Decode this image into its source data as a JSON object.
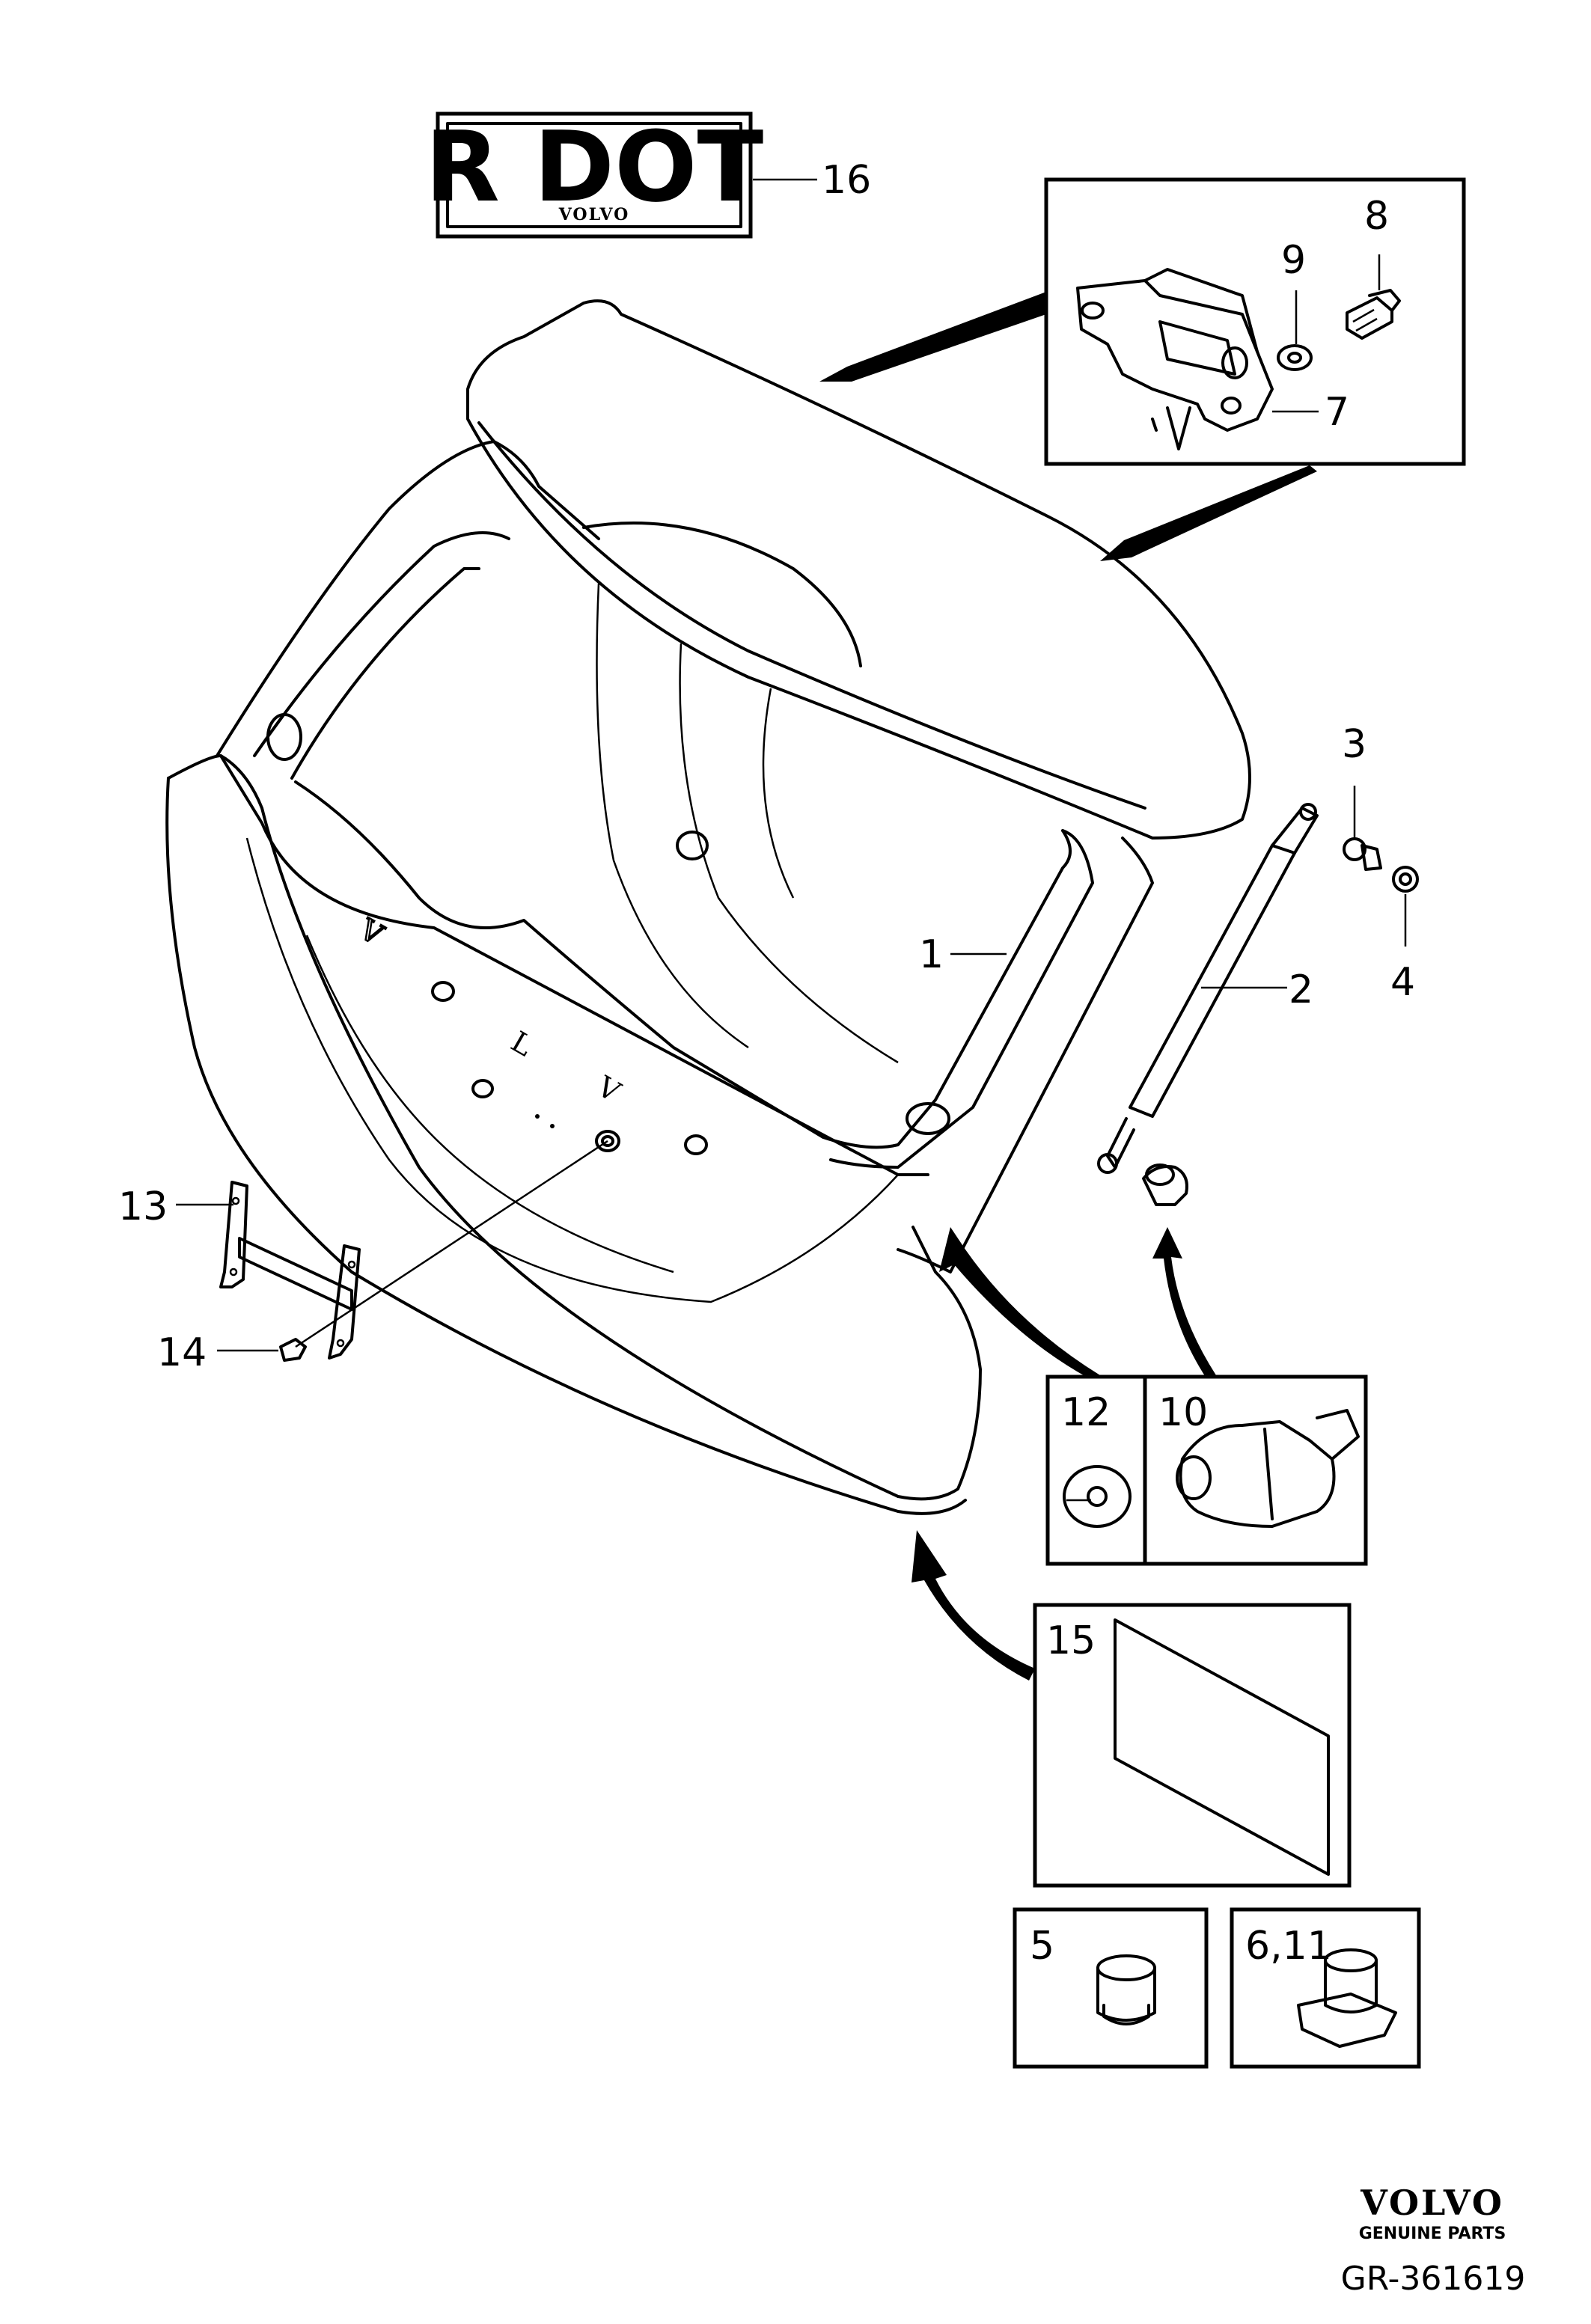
{
  "badge": {
    "main": "R DOT",
    "brand": "VOLVO"
  },
  "callouts": {
    "c1": "1",
    "c2": "2",
    "c3": "3",
    "c4": "4",
    "c5": "5",
    "c6_11": "6,11",
    "c7": "7",
    "c8": "8",
    "c9": "9",
    "c10": "10",
    "c12": "12",
    "c13": "13",
    "c14": "14",
    "c15": "15",
    "c16": "16"
  },
  "footer": {
    "brand": "VOLVO",
    "tagline": "GENUINE PARTS",
    "reference": "GR-361619"
  }
}
